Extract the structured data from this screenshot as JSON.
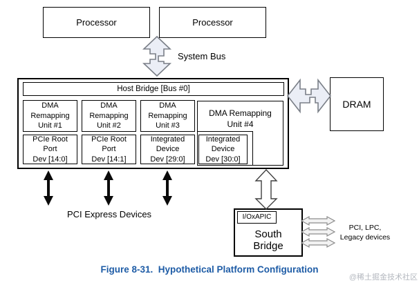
{
  "processors": [
    "Processor",
    "Processor"
  ],
  "system_bus_label": "System Bus",
  "host_bridge_label": "Host Bridge [Bus #0]",
  "dma_units": [
    {
      "lines": [
        "DMA",
        "Remapping",
        "Unit #1"
      ]
    },
    {
      "lines": [
        "DMA",
        "Remapping",
        "Unit #2"
      ]
    },
    {
      "lines": [
        "DMA",
        "Remapping",
        "Unit #3"
      ]
    },
    {
      "lines": [
        "DMA Remapping",
        "Unit #4"
      ]
    }
  ],
  "devices": [
    {
      "lines": [
        "PCIe Root",
        "Port",
        "Dev [14:0]"
      ]
    },
    {
      "lines": [
        "PCIe Root",
        "Port",
        "Dev [14:1]"
      ]
    },
    {
      "lines": [
        "Integrated",
        "Device",
        "Dev [29:0]"
      ]
    },
    {
      "lines": [
        "Integrated",
        "Device",
        "Dev [30:0]"
      ]
    }
  ],
  "dram_label": "DRAM",
  "pci_express_label": "PCI Express Devices",
  "south_bridge": {
    "apic_label": "I/OxAPIC",
    "lines": [
      "South",
      "Bridge"
    ]
  },
  "legacy_label": {
    "lines": [
      "PCI, LPC,",
      "Legacy devices"
    ]
  },
  "caption": "Figure 8-31.  Hypothetical Platform Configuration",
  "watermark": "@稀土掘金技术社区",
  "colors": {
    "caption_blue": "#1e5ca6",
    "watermark_gray": "#b4b8bf",
    "bus_arrow_fill": "#ebeef6",
    "bus_arrow_stroke": "#7a7f87",
    "box_border": "#000000"
  }
}
